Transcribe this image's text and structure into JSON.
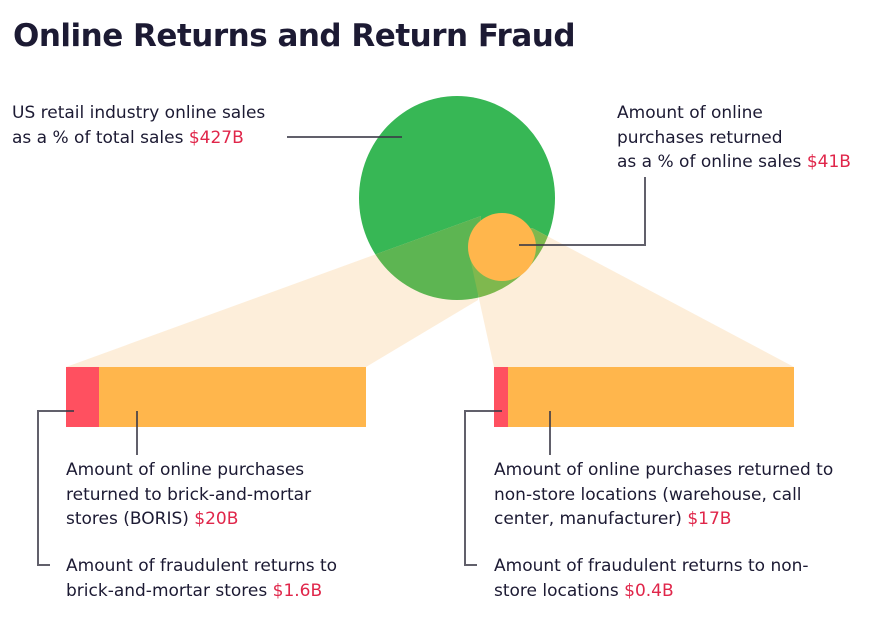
{
  "title": "Online Returns and Return Fraud",
  "colors": {
    "title": "#1c1a33",
    "text": "#1c1a33",
    "amount": "#e0264a",
    "online_sales_circle": "#37b755",
    "returns_circle": "#ffb64c",
    "fan": "#fdebd4",
    "bar_returns": "#ffb64c",
    "bar_fraud": "#ff5060",
    "connector": "#5e5c68"
  },
  "labels": {
    "online_sales": {
      "line1": "US retail industry online sales",
      "line2_text": "as a % of total sales ",
      "amount": "$427B"
    },
    "online_returns": {
      "line1": "Amount of online",
      "line2": "purchases returned",
      "line3_text": "as a % of online sales ",
      "amount": "$41B"
    },
    "boris_returns": {
      "line1": "Amount of online purchases",
      "line2": "returned to brick-and-mortar",
      "line3_text": "stores (BORIS) ",
      "amount": "$20B"
    },
    "boris_fraud": {
      "line1": "Amount of fraudulent returns to",
      "line2_text": "brick-and-mortar stores  ",
      "amount": "$1.6B"
    },
    "nonstore_returns": {
      "line1": "Amount of online purchases returned to",
      "line2": "non-store locations (warehouse, call",
      "line3_text": "center, manufacturer) ",
      "amount": "$17B"
    },
    "nonstore_fraud": {
      "line1": "Amount of fraudulent returns to non-",
      "line2_text": "store locations ",
      "amount": "$0.4B"
    }
  },
  "chart_data": {
    "type": "diagram",
    "title": "Online Returns and Return Fraud",
    "nodes": [
      {
        "name": "US retail industry online sales",
        "value_billion_usd": 427,
        "shape": "large-circle"
      },
      {
        "name": "Online purchases returned",
        "value_billion_usd": 41,
        "shape": "small-circle",
        "parent": "US retail industry online sales"
      },
      {
        "name": "Returned to brick-and-mortar stores (BORIS)",
        "value_billion_usd": 20,
        "shape": "bar",
        "parent": "Online purchases returned"
      },
      {
        "name": "Fraudulent returns to brick-and-mortar stores",
        "value_billion_usd": 1.6,
        "shape": "bar-segment",
        "parent": "Returned to brick-and-mortar stores (BORIS)"
      },
      {
        "name": "Returned to non-store locations (warehouse, call center, manufacturer)",
        "value_billion_usd": 17,
        "shape": "bar",
        "parent": "Online purchases returned"
      },
      {
        "name": "Fraudulent returns to non-store locations",
        "value_billion_usd": 0.4,
        "shape": "bar-segment",
        "parent": "Returned to non-store locations (warehouse, call center, manufacturer)"
      }
    ]
  }
}
